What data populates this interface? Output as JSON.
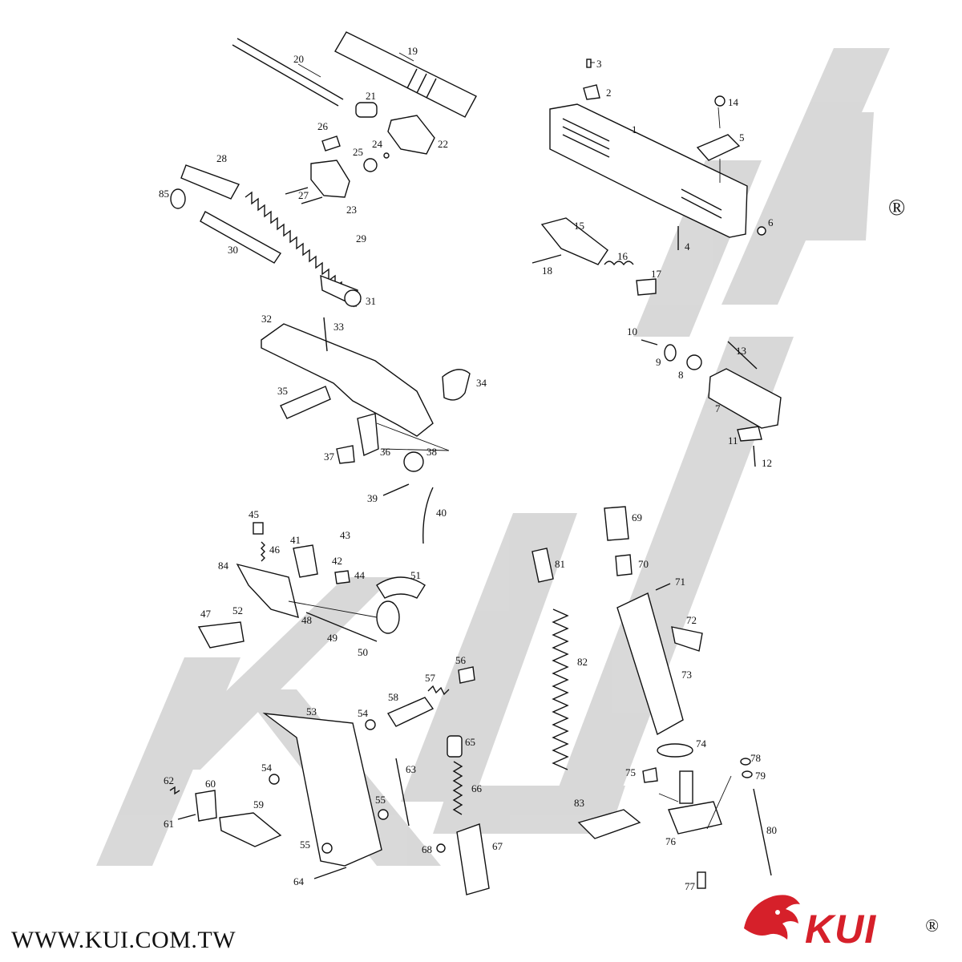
{
  "diagram": {
    "part_numbers": [
      "1",
      "2",
      "3",
      "4",
      "5",
      "6",
      "7",
      "8",
      "9",
      "10",
      "11",
      "12",
      "13",
      "14",
      "15",
      "16",
      "17",
      "18",
      "19",
      "20",
      "21",
      "22",
      "23",
      "24",
      "25",
      "26",
      "27",
      "28",
      "29",
      "30",
      "31",
      "32",
      "33",
      "34",
      "35",
      "36",
      "37",
      "38",
      "39",
      "40",
      "41",
      "42",
      "43",
      "44",
      "45",
      "46",
      "47",
      "48",
      "49",
      "50",
      "51",
      "52",
      "53",
      "54",
      "54",
      "55",
      "55",
      "56",
      "57",
      "58",
      "59",
      "60",
      "61",
      "62",
      "63",
      "64",
      "65",
      "66",
      "67",
      "68",
      "69",
      "70",
      "71",
      "72",
      "73",
      "74",
      "75",
      "76",
      "77",
      "78",
      "79",
      "80",
      "81",
      "82",
      "83",
      "84",
      "85"
    ],
    "watermark_text": "KUI",
    "registered_mark": "®"
  },
  "footer": {
    "url": "WWW.KUI.COM.TW"
  },
  "brand": {
    "name": "KUI",
    "registered": "®",
    "logo_color": "#d6202a"
  },
  "colors": {
    "watermark": "#cfcfcf",
    "lines": "#111111",
    "background": "#ffffff"
  }
}
